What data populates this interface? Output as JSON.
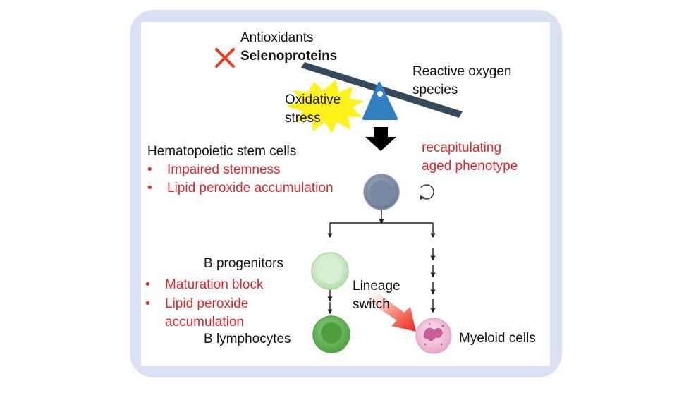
{
  "top": {
    "antioxidants": "Antioxidants",
    "selenoproteins": "Selenoproteins",
    "ros_line1": "Reactive oxygen",
    "ros_line2": "species",
    "stress_line1": "Oxidative",
    "stress_line2": "stress"
  },
  "hsc": {
    "title": "Hematopoietic stem cells",
    "bullet": "•",
    "effects": [
      "Impaired stemness",
      "Lipid peroxide accumulation"
    ],
    "note_line1": "recapitulating",
    "note_line2": "aged phenotype"
  },
  "b_branch": {
    "progenitors": "B progenitors",
    "effects": [
      "Maturation block",
      "Lipid peroxide",
      "accumulation"
    ],
    "lymphocytes": "B lymphocytes"
  },
  "switch": {
    "line1": "Lineage",
    "line2": "switch"
  },
  "myeloid": {
    "label": "Myeloid cells"
  },
  "colors": {
    "frame": "#d9e0f1",
    "red_text": "#e5262b",
    "seesaw_beam": "#34495e",
    "fulcrum": "#2f7fc1",
    "burst": "#fff21a",
    "hsc_cell": "#7b8aa5",
    "progenitor_cell": "#c6e6bf",
    "lymphocyte_cell": "#69b85a",
    "myeloid_cell": "#efb8d6"
  },
  "icons": [
    "cross-icon",
    "seesaw-icon",
    "starburst-icon",
    "down-arrow-icon",
    "self-renewal-icon",
    "lineage-switch-arrow-icon"
  ]
}
